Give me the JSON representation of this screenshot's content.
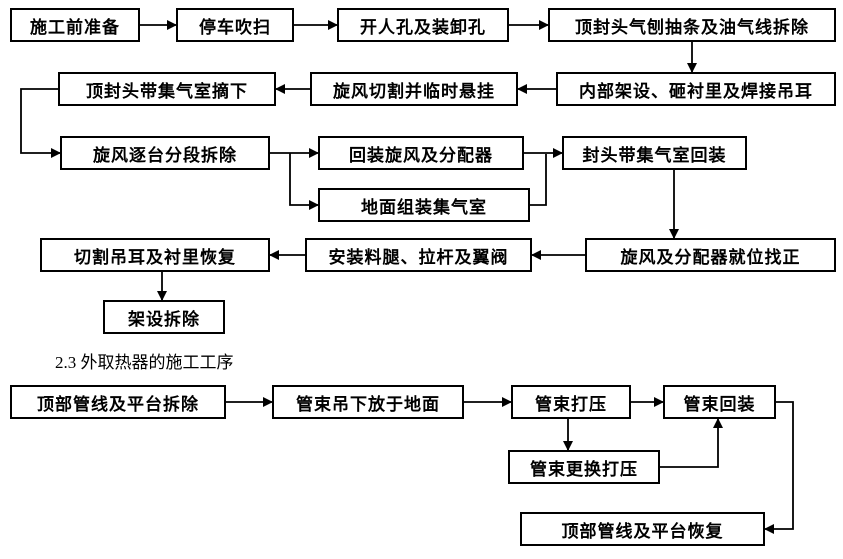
{
  "section_title": "2.3 外取热器的施工工序",
  "colors": {
    "box_border": "#000000",
    "box_background": "#ffffff",
    "arrow": "#000000",
    "text": "#000000"
  },
  "nodes": {
    "prep": {
      "label": "施工前准备"
    },
    "shutdown_purge": {
      "label": "停车吹扫"
    },
    "open_manhole": {
      "label": "开人孔及装卸孔"
    },
    "top_head_gouging": {
      "label": "顶封头气刨抽条及油气线拆除"
    },
    "internal_scaffold": {
      "label": "内部架设、砸衬里及焊接吊耳"
    },
    "cyclone_cutting": {
      "label": "旋风切割并临时悬挂"
    },
    "top_head_removal": {
      "label": "顶封头带集气室摘下"
    },
    "cyclone_segment_removal": {
      "label": "旋风逐台分段拆除"
    },
    "reinstall_cyclone": {
      "label": "回装旋风及分配器"
    },
    "ground_assembly": {
      "label": "地面组装集气室"
    },
    "head_reinstall": {
      "label": "封头带集气室回装"
    },
    "cyclone_alignment": {
      "label": "旋风及分配器就位找正"
    },
    "install_diplegs": {
      "label": "安装料腿、拉杆及翼阀"
    },
    "cut_lugs_lining": {
      "label": "切割吊耳及衬里恢复"
    },
    "scaffold_removal": {
      "label": "架设拆除"
    },
    "top_piping_removal": {
      "label": "顶部管线及平台拆除"
    },
    "bundle_lower": {
      "label": "管束吊下放于地面"
    },
    "bundle_pressure_test": {
      "label": "管束打压"
    },
    "bundle_reinstall": {
      "label": "管束回装"
    },
    "bundle_replace_test": {
      "label": "管束更换打压"
    },
    "top_piping_restore": {
      "label": "顶部管线及平台恢复"
    }
  }
}
